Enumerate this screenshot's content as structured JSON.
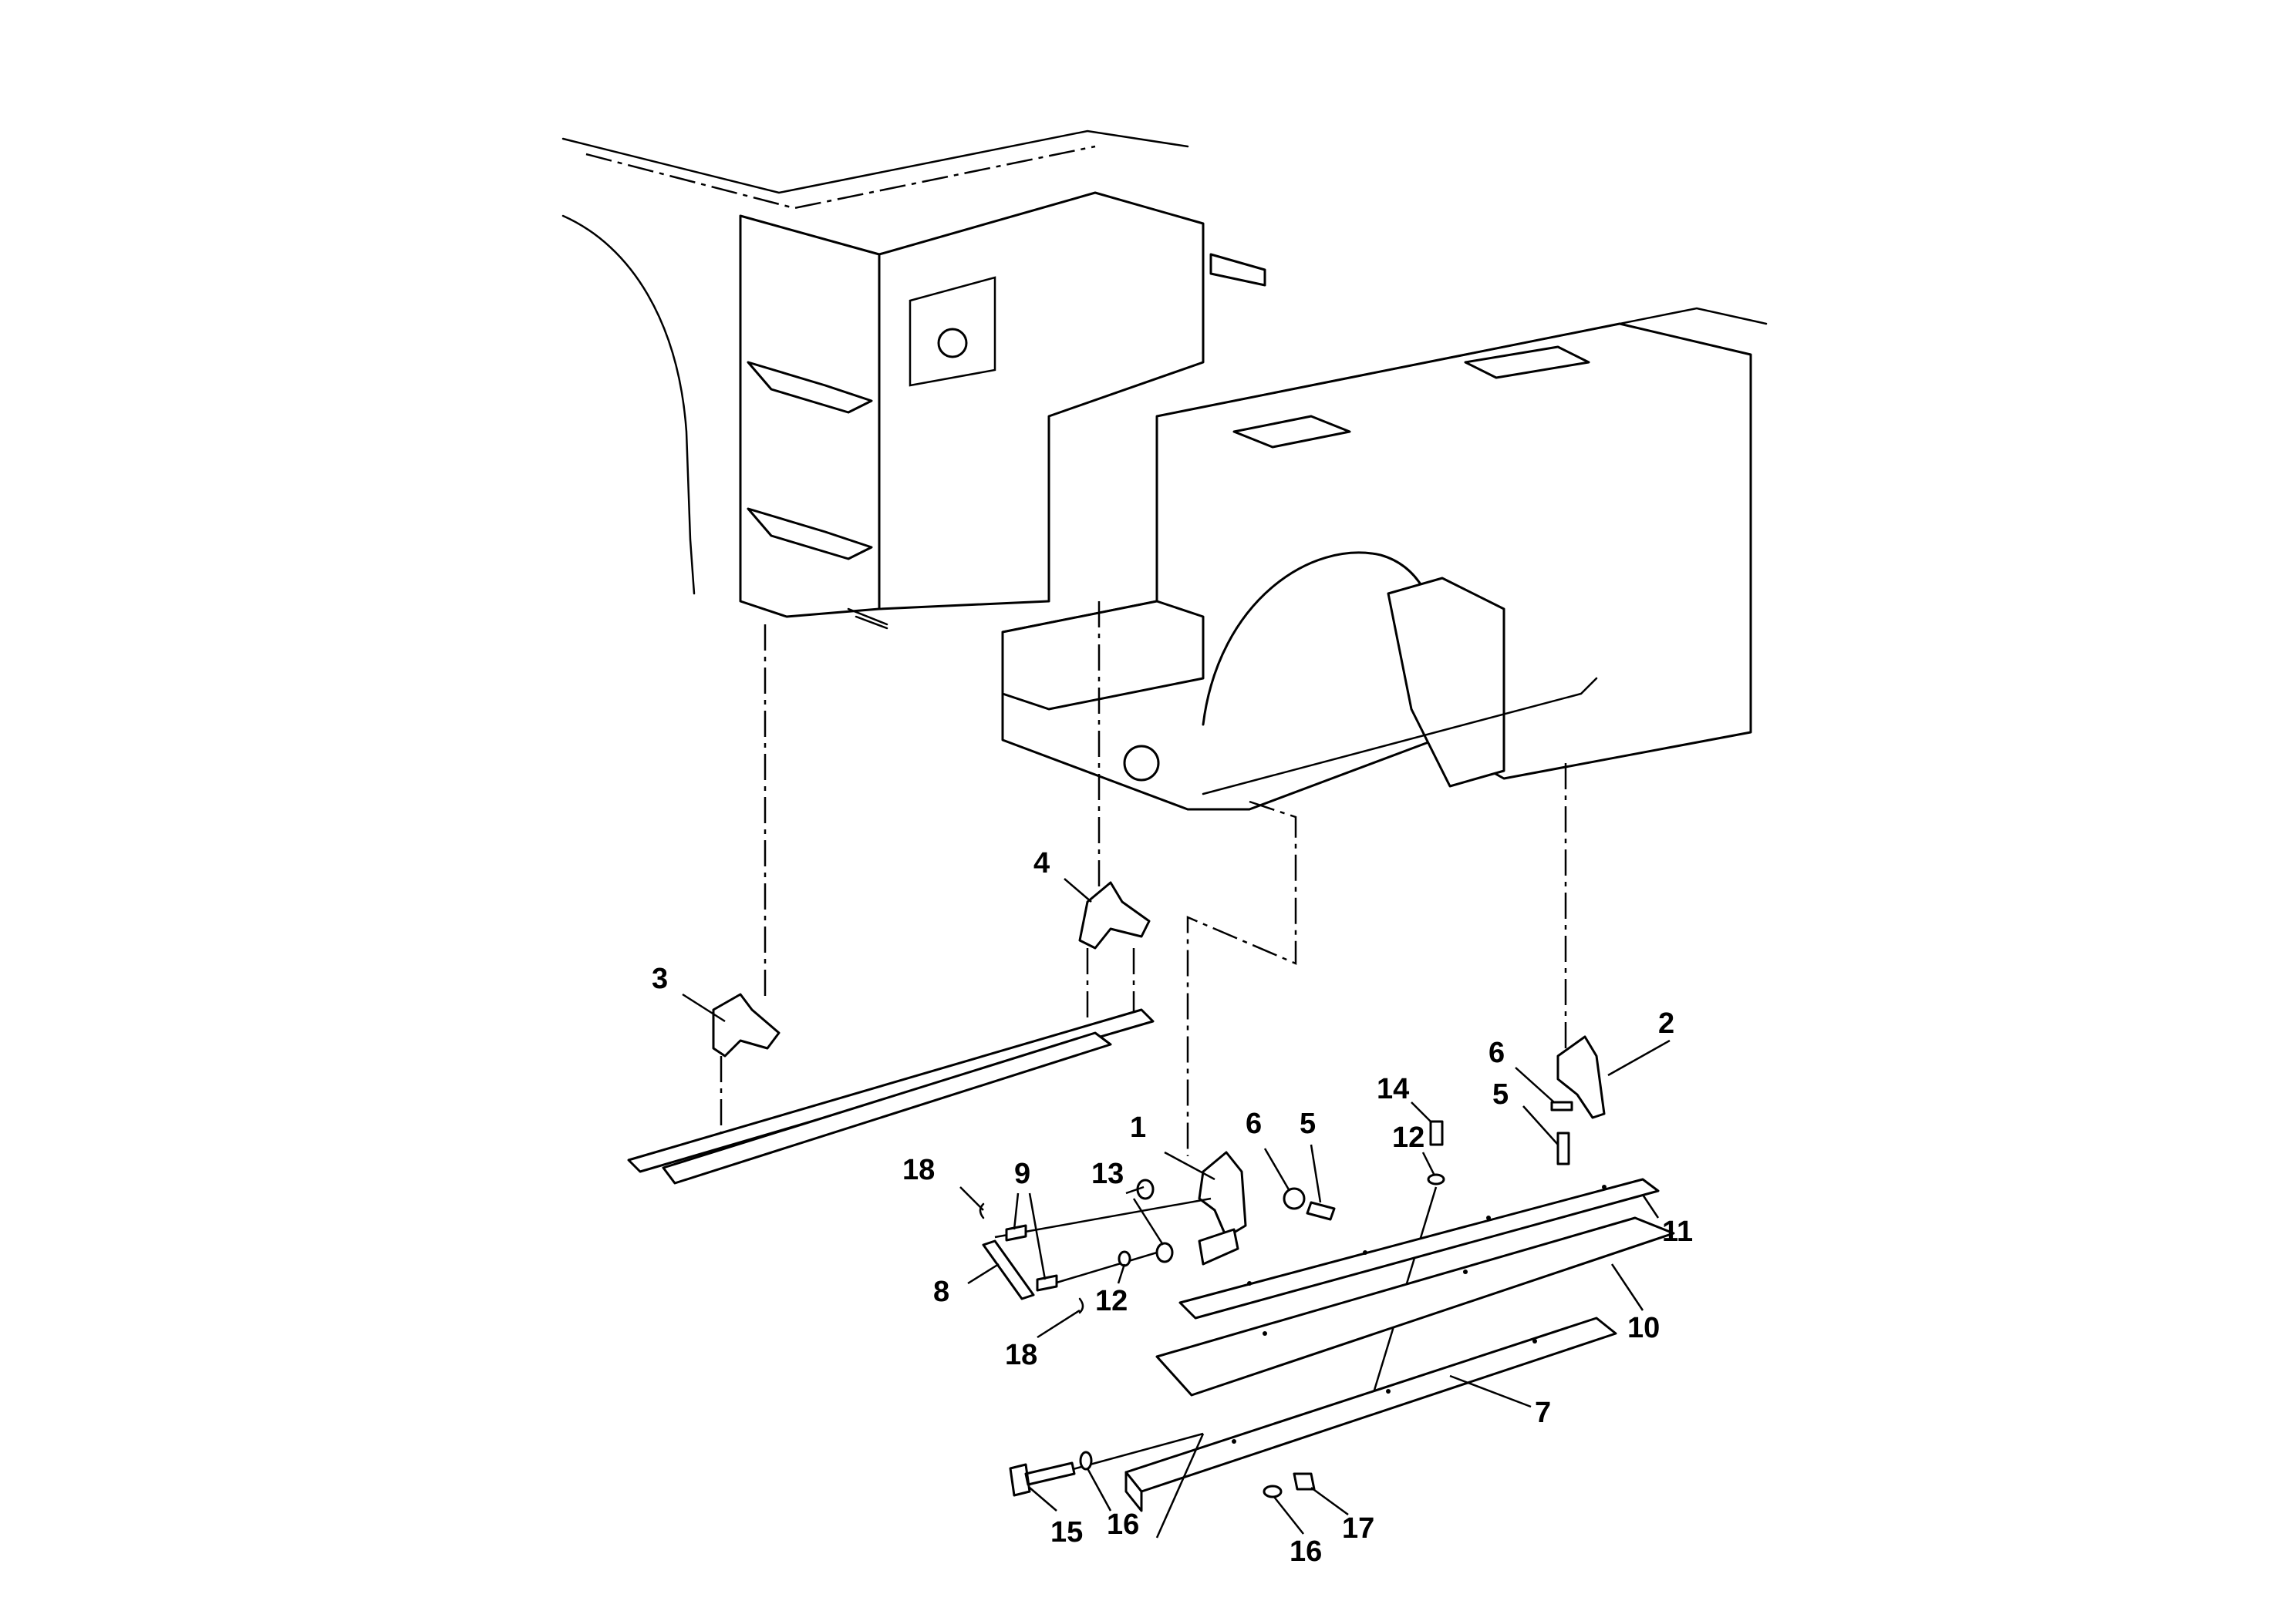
{
  "callouts": {
    "c1": "1",
    "c2": "2",
    "c3": "3",
    "c4": "4",
    "c5a": "5",
    "c5b": "5",
    "c6a": "6",
    "c6b": "6",
    "c7": "7",
    "c8": "8",
    "c9": "9",
    "c10": "10",
    "c11": "11",
    "c12a": "12",
    "c12b": "12",
    "c13": "13",
    "c14": "14",
    "c15": "15",
    "c16a": "16",
    "c16b": "16",
    "c17": "17",
    "c18a": "18",
    "c18b": "18"
  },
  "colors": {
    "line": "#000000",
    "background": "#ffffff"
  }
}
